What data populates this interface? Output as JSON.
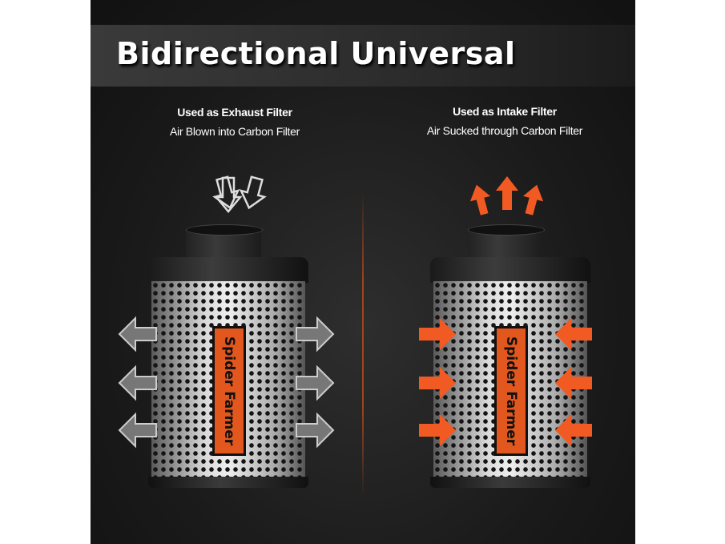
{
  "title": "Bidirectional Universal",
  "left": {
    "heading": "Used as Exhaust Filter",
    "subheading": "Air Blown into Carbon Filter"
  },
  "right": {
    "heading": "Used as Intake Filter",
    "subheading": "Air Sucked through Carbon Filter"
  },
  "brand": "Spider Farmer",
  "colors": {
    "accent": "#f15a22",
    "arrow_gray": "#8a8a8a"
  }
}
